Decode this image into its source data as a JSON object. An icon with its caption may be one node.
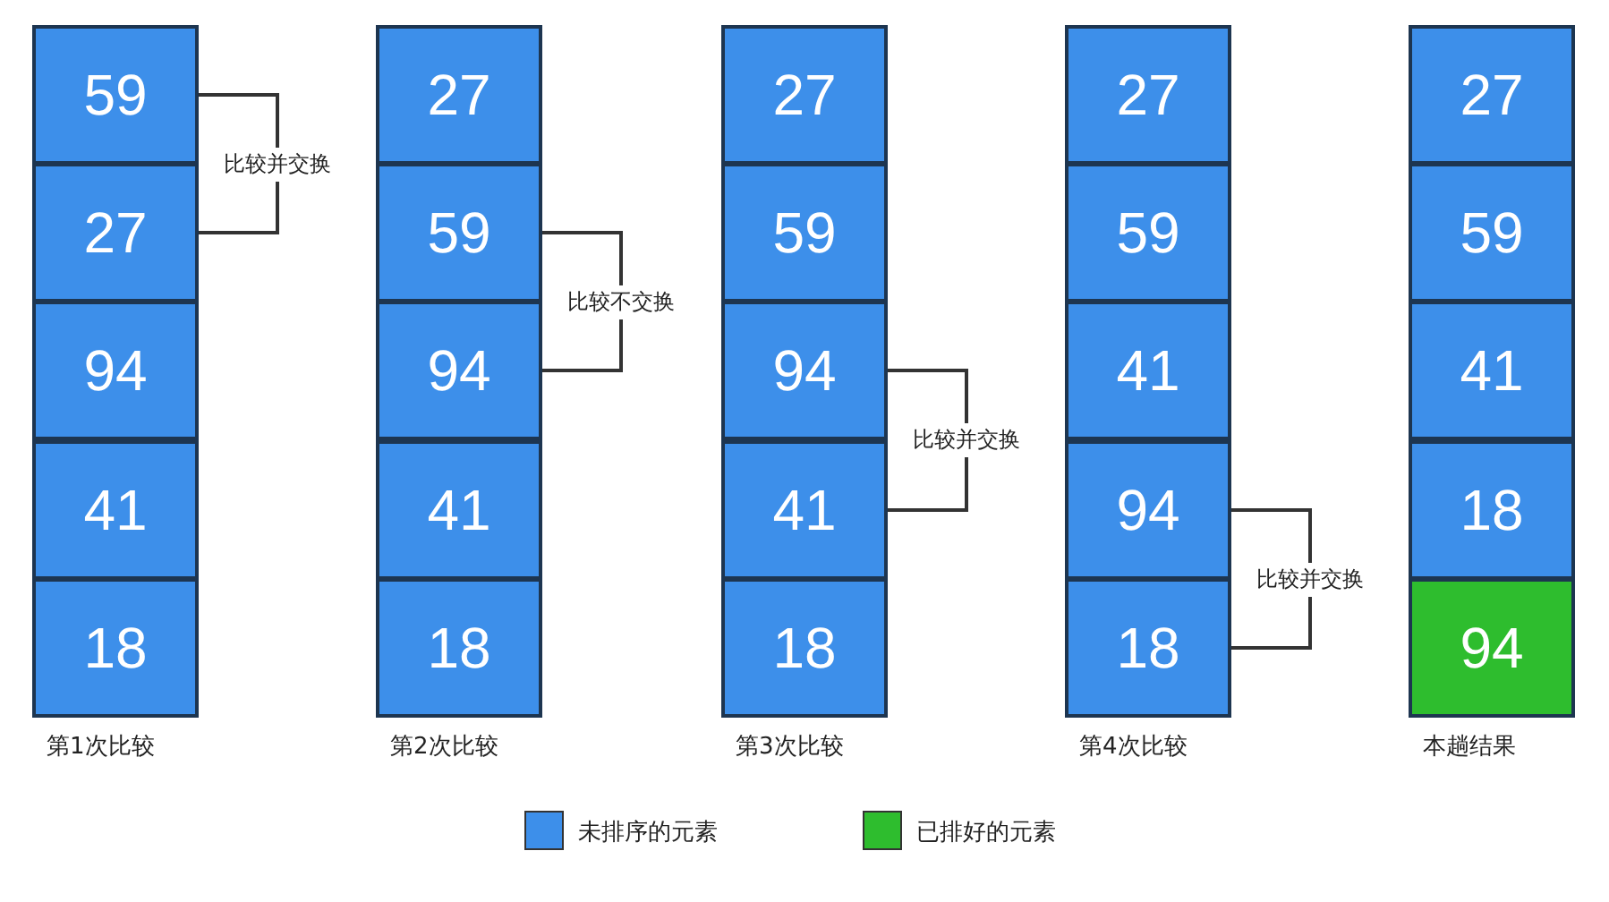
{
  "diagram": {
    "nodes": [
      {
        "text": [
          "59"
        ]
      },
      {
        "text": [
          "27"
        ]
      },
      {
        "text": [
          "94"
        ]
      },
      {
        "text": [
          "41"
        ]
      },
      {
        "text": [
          "18"
        ]
      },
      {
        "text": [
          "27"
        ]
      },
      {
        "text": [
          "59"
        ]
      },
      {
        "text": [
          "94"
        ]
      },
      {
        "text": [
          "41"
        ]
      },
      {
        "text": [
          "18"
        ]
      },
      {
        "text": [
          "27"
        ]
      },
      {
        "text": [
          "59"
        ]
      },
      {
        "text": [
          "94"
        ]
      },
      {
        "text": [
          "41"
        ]
      },
      {
        "text": [
          "18"
        ]
      },
      {
        "text": [
          "27"
        ]
      },
      {
        "text": [
          "59"
        ]
      },
      {
        "text": [
          "41"
        ]
      },
      {
        "text": [
          "94"
        ]
      },
      {
        "text": [
          "18"
        ]
      },
      {
        "text": [
          "27"
        ]
      },
      {
        "text": [
          "59"
        ]
      },
      {
        "text": [
          "41"
        ]
      },
      {
        "text": [
          "18"
        ]
      },
      {
        "text": [
          "94"
        ]
      }
    ],
    "edges": [
      {
        "from": 0,
        "to": 1,
        "arrow": "none",
        "label": "比较并交换"
      },
      {
        "from": 6,
        "to": 7,
        "arrow": "none",
        "label": "比较不交换"
      },
      {
        "from": 12,
        "to": 13,
        "arrow": "none",
        "label": "比较并交换"
      },
      {
        "from": 18,
        "to": 19,
        "arrow": "none",
        "label": "比较并交换"
      }
    ],
    "labels": [
      "第1次比较",
      "第2次比较",
      "第3次比较",
      "第4次比较",
      "本趟结果"
    ],
    "legend": [
      {
        "text": "未排序的元素",
        "color": "#3d8fea"
      },
      {
        "text": "已排好的元素",
        "color": "#2ebd2e"
      }
    ]
  }
}
